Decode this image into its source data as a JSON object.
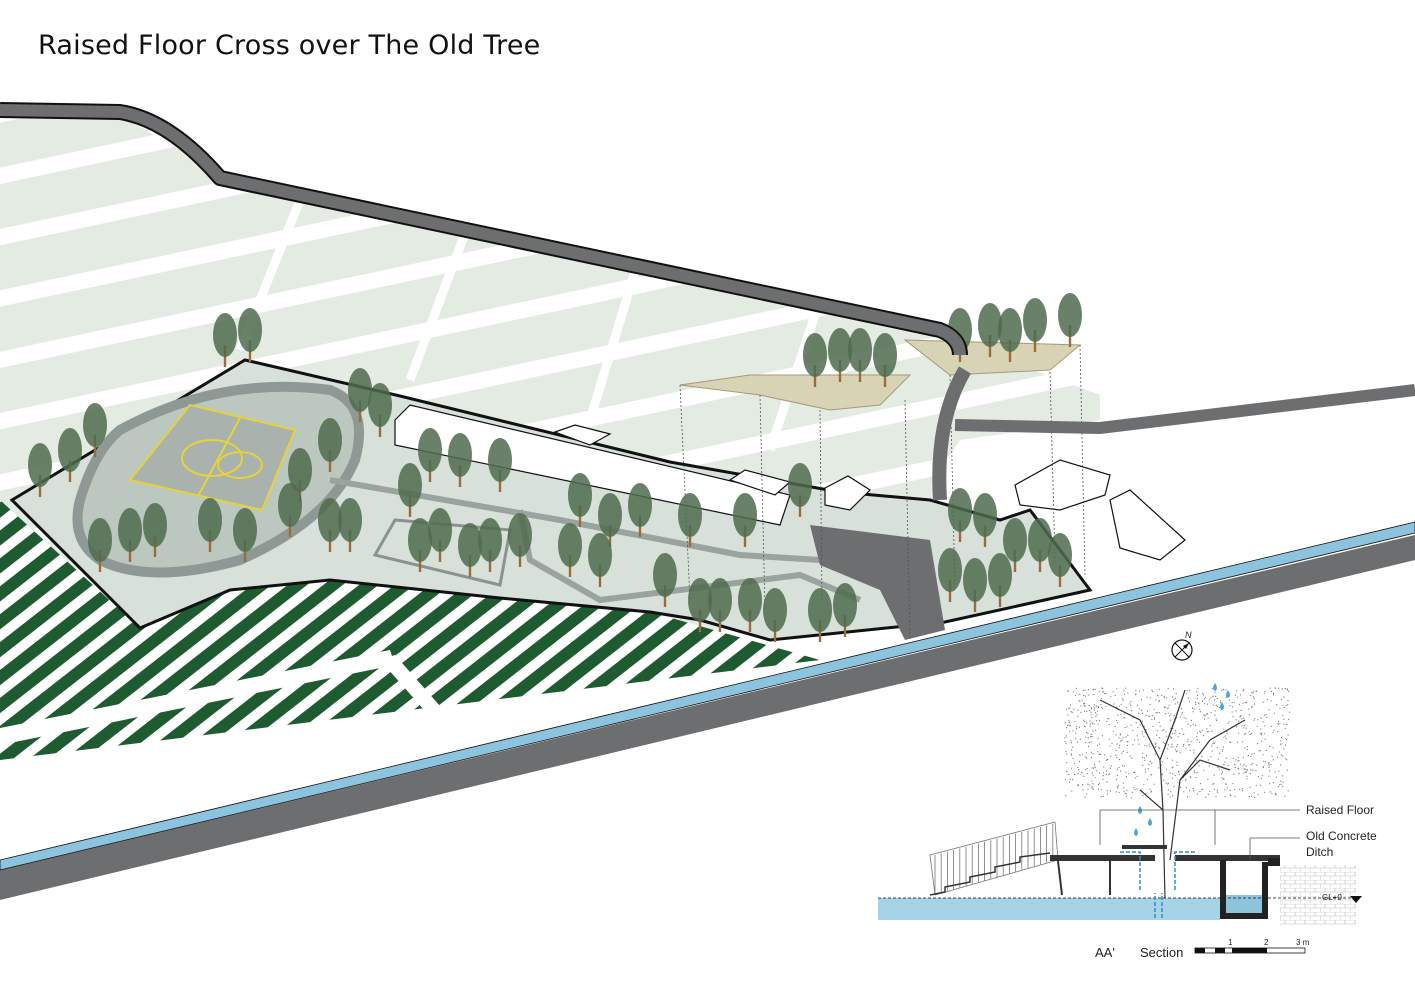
{
  "title": "Raised Floor Cross over The Old Tree",
  "compass": {
    "north": "N"
  },
  "section": {
    "labels": {
      "raised_floor": "Raised Floor",
      "ditch_line1": "Old Concrete",
      "ditch_line2": "Ditch",
      "ground_level": "GL+0"
    },
    "caption_id": "AA'",
    "caption_word": "Section",
    "scale": {
      "ticks": [
        "1",
        "2",
        "3 m"
      ]
    }
  },
  "colors": {
    "road": "#6d6e70",
    "site": "#d7e1da",
    "tree": "#4f6b4d",
    "trunk": "#9a6b3d",
    "court": "#e6d23c",
    "farmland": "#e3ebe3",
    "crop_stripe": "#1f5b31",
    "water": "#8cc3dd",
    "deck": "#d9d3b5"
  }
}
